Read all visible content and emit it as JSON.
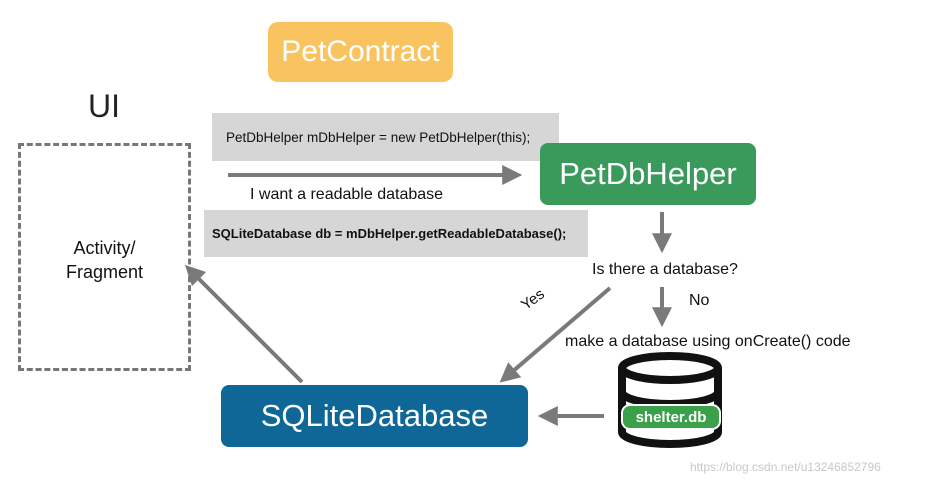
{
  "nodes": {
    "pet_contract": "PetContract",
    "pet_db_helper": "PetDbHelper",
    "sqlite_database": "SQLiteDatabase",
    "ui_title": "UI",
    "activity_line1": "Activity/",
    "activity_line2": "Fragment",
    "shelter_db": "shelter.db"
  },
  "code": {
    "constructor": "PetDbHelper mDbHelper = new PetDbHelper(this);",
    "get_readable": "SQLiteDatabase db = mDbHelper.getReadableDatabase();"
  },
  "labels": {
    "readable_request": "I want a readable database",
    "question": "Is there a database?",
    "no": "No",
    "yes": "Yes",
    "make_database": "make a database using onCreate() code"
  },
  "watermark": "https://blog.csdn.net/u13246852796",
  "colors": {
    "pet_contract": "#f9c460",
    "pet_db_helper": "#3a9a5c",
    "sqlite_database": "#0f6797",
    "arrow": "#7a7a7a",
    "database_icon": "#111111",
    "database_label": "#3aa04a"
  }
}
